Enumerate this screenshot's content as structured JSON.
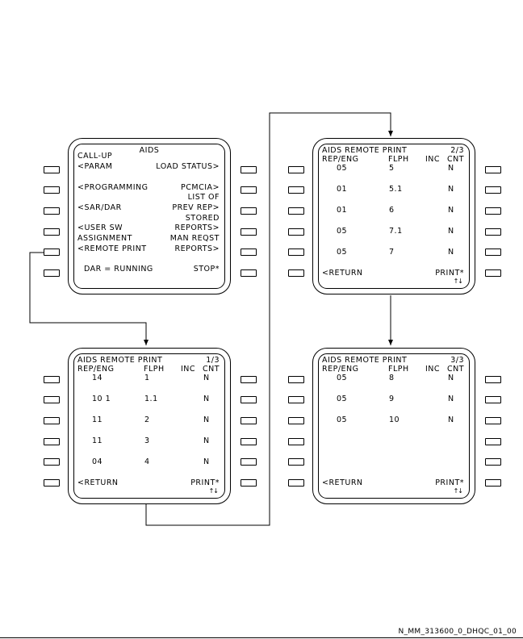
{
  "main_unit": {
    "title": "AIDS",
    "lines": [
      {
        "text": "CALL-UP",
        "align": "left",
        "row": 0.7
      },
      {
        "text": "<PARAM",
        "align": "left",
        "row": 1.9
      },
      {
        "text": "LOAD STATUS>",
        "align": "right",
        "row": 1.9
      },
      {
        "text": "<PROGRAMMING",
        "align": "left",
        "row": 4.3
      },
      {
        "text": "PCMCIA>",
        "align": "right",
        "row": 4.3
      },
      {
        "text": "LIST OF",
        "align": "right",
        "row": 5.5
      },
      {
        "text": "<SAR/DAR",
        "align": "left",
        "row": 6.7
      },
      {
        "text": "PREV REP>",
        "align": "right",
        "row": 6.7
      },
      {
        "text": "STORED",
        "align": "right",
        "row": 7.9
      },
      {
        "text": "<USER SW",
        "align": "left",
        "row": 9.1
      },
      {
        "text": "REPORTS>",
        "align": "right",
        "row": 9.1
      },
      {
        "text": "ASSIGNMENT",
        "align": "left",
        "row": 10.3
      },
      {
        "text": "MAN REQST",
        "align": "right",
        "row": 10.3
      },
      {
        "text": "<REMOTE PRINT",
        "align": "left",
        "row": 11.5
      },
      {
        "text": "REPORTS>",
        "align": "right",
        "row": 11.5
      },
      {
        "text": "DAR = RUNNING",
        "align": "left-indent",
        "row": 13.9
      },
      {
        "text": "STOP*",
        "align": "right",
        "row": 13.9
      }
    ]
  },
  "print_pages": [
    {
      "id": "page-1",
      "title": "AIDS REMOTE PRINT",
      "page": "1/3",
      "headers": {
        "rep_eng": "REP/ENG",
        "flph": "FLPH",
        "inc": "INC",
        "cnt": "CNT"
      },
      "rows": [
        {
          "rep": "14",
          "flph": "1",
          "cnt": "N"
        },
        {
          "rep": "10 1",
          "flph": "1.1",
          "cnt": "N"
        },
        {
          "rep": "11",
          "flph": "2",
          "cnt": "N"
        },
        {
          "rep": "11",
          "flph": "3",
          "cnt": "N"
        },
        {
          "rep": "04",
          "flph": "4",
          "cnt": "N"
        }
      ],
      "return_label": "<RETURN",
      "print_label": "PRINT*",
      "arrows": "↑↓"
    },
    {
      "id": "page-2",
      "title": "AIDS REMOTE PRINT",
      "page": "2/3",
      "headers": {
        "rep_eng": "REP/ENG",
        "flph": "FLPH",
        "inc": "INC",
        "cnt": "CNT"
      },
      "rows": [
        {
          "rep": "05",
          "flph": "5",
          "cnt": "N"
        },
        {
          "rep": "01",
          "flph": "5.1",
          "cnt": "N"
        },
        {
          "rep": "01",
          "flph": "6",
          "cnt": "N"
        },
        {
          "rep": "05",
          "flph": "7.1",
          "cnt": "N"
        },
        {
          "rep": "05",
          "flph": "7",
          "cnt": "N"
        }
      ],
      "return_label": "<RETURN",
      "print_label": "PRINT*",
      "arrows": "↑↓"
    },
    {
      "id": "page-3",
      "title": "AIDS REMOTE PRINT",
      "page": "3/3",
      "headers": {
        "rep_eng": "REP/ENG",
        "flph": "FLPH",
        "inc": "INC",
        "cnt": "CNT"
      },
      "rows": [
        {
          "rep": "05",
          "flph": "8",
          "cnt": "N"
        },
        {
          "rep": "05",
          "flph": "9",
          "cnt": "N"
        },
        {
          "rep": "05",
          "flph": "10",
          "cnt": "N"
        }
      ],
      "return_label": "<RETURN",
      "print_label": "PRINT*",
      "arrows": "↑↓"
    }
  ],
  "figure_id": "N_MM_313600_0_DHQC_01_00"
}
